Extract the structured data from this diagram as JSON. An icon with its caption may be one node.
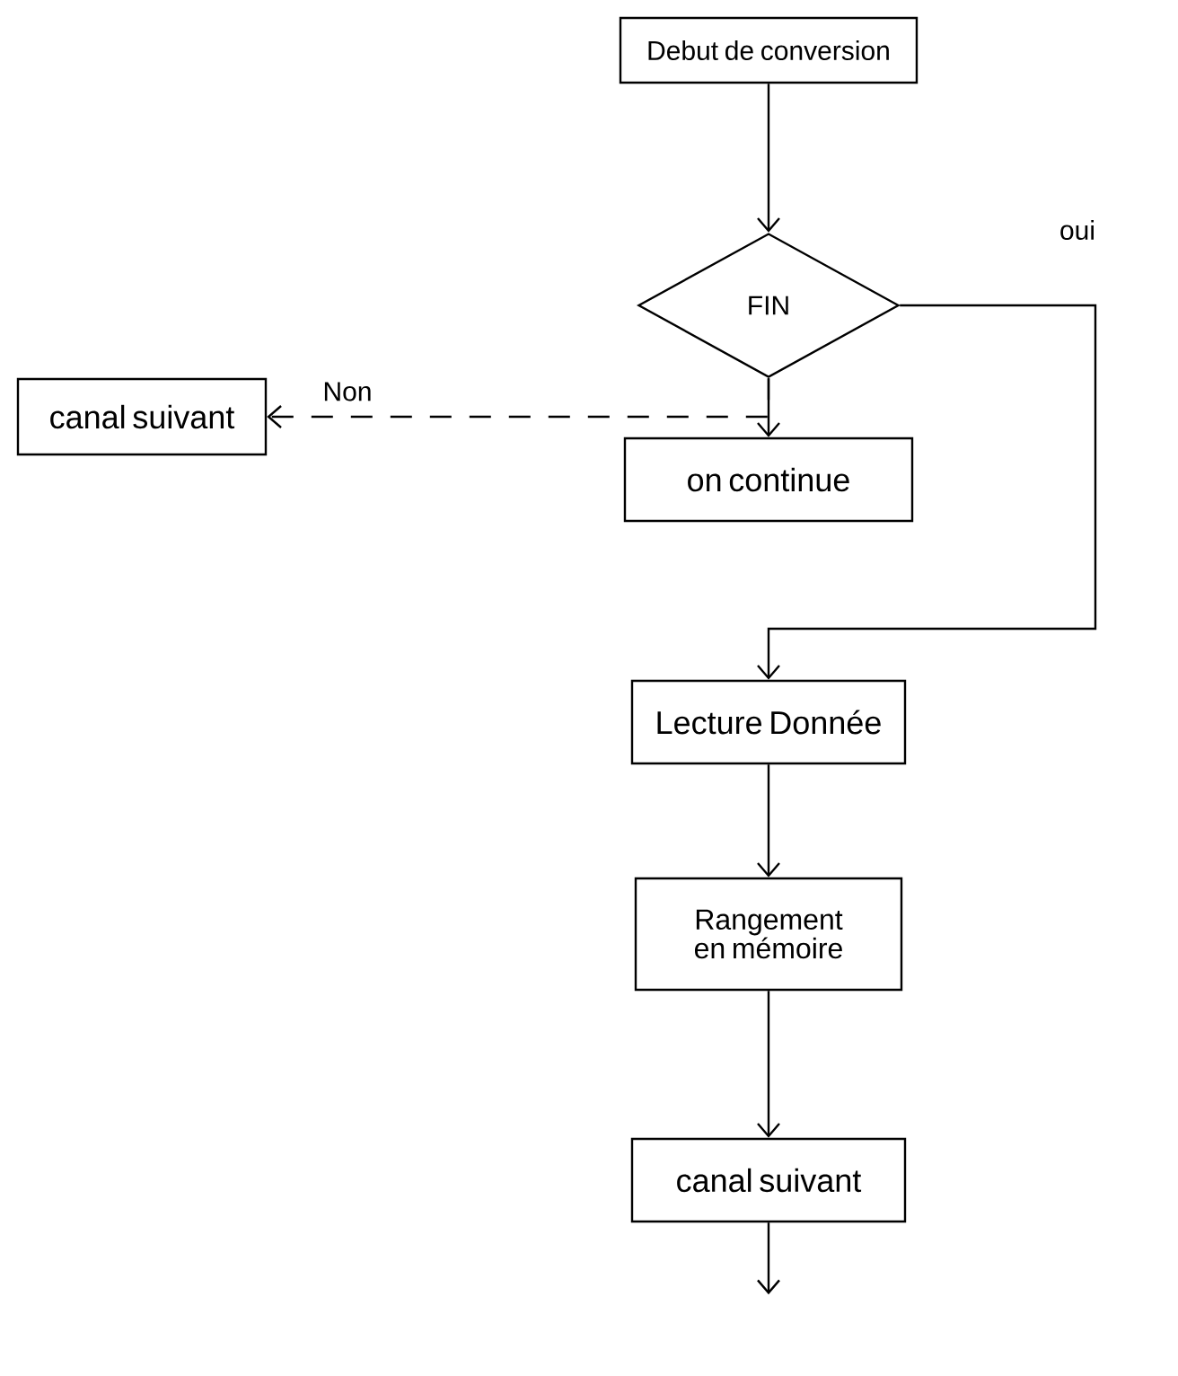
{
  "diagram": {
    "nodes": [
      {
        "text": [
          "Debut de conversion"
        ]
      },
      {
        "text": [
          "FIN"
        ]
      },
      {
        "text": [
          "canal suivant"
        ]
      },
      {
        "text": [
          "on continue"
        ]
      },
      {
        "text": [
          "Lecture Donnée"
        ]
      },
      {
        "text": [
          "Rangement en mémoire"
        ]
      },
      {
        "text": [
          "canal suivant"
        ]
      }
    ],
    "edges": [
      {
        "from": 0,
        "to": 1,
        "arrow": "to"
      },
      {
        "from": 1,
        "to": 3,
        "arrow": "to"
      },
      {
        "from": 1,
        "to": 2,
        "arrow": "to",
        "label": "Non",
        "style": "dashed"
      },
      {
        "from": 1,
        "to": 4,
        "arrow": "to",
        "label": "oui"
      },
      {
        "from": 4,
        "to": 5,
        "arrow": "to"
      },
      {
        "from": 5,
        "to": 6,
        "arrow": "to"
      },
      {
        "from": 6,
        "to": null,
        "arrow": "to"
      }
    ]
  }
}
